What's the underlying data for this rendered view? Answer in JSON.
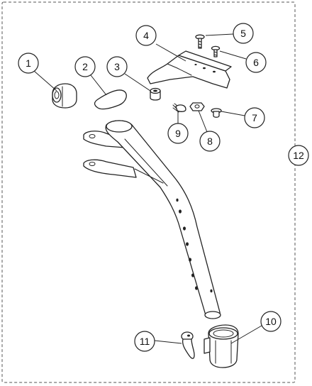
{
  "diagram": {
    "callouts": [
      {
        "key": "c1",
        "label": "1"
      },
      {
        "key": "c2",
        "label": "2"
      },
      {
        "key": "c3",
        "label": "3"
      },
      {
        "key": "c4",
        "label": "4"
      },
      {
        "key": "c5",
        "label": "5"
      },
      {
        "key": "c6",
        "label": "6"
      },
      {
        "key": "c7",
        "label": "7"
      },
      {
        "key": "c8",
        "label": "8"
      },
      {
        "key": "c9",
        "label": "9"
      },
      {
        "key": "c10",
        "label": "10"
      },
      {
        "key": "c11",
        "label": "11"
      },
      {
        "key": "c12",
        "label": "12"
      }
    ]
  },
  "colors": {
    "line": "#222222",
    "background": "#ffffff",
    "frame": "#555555"
  }
}
